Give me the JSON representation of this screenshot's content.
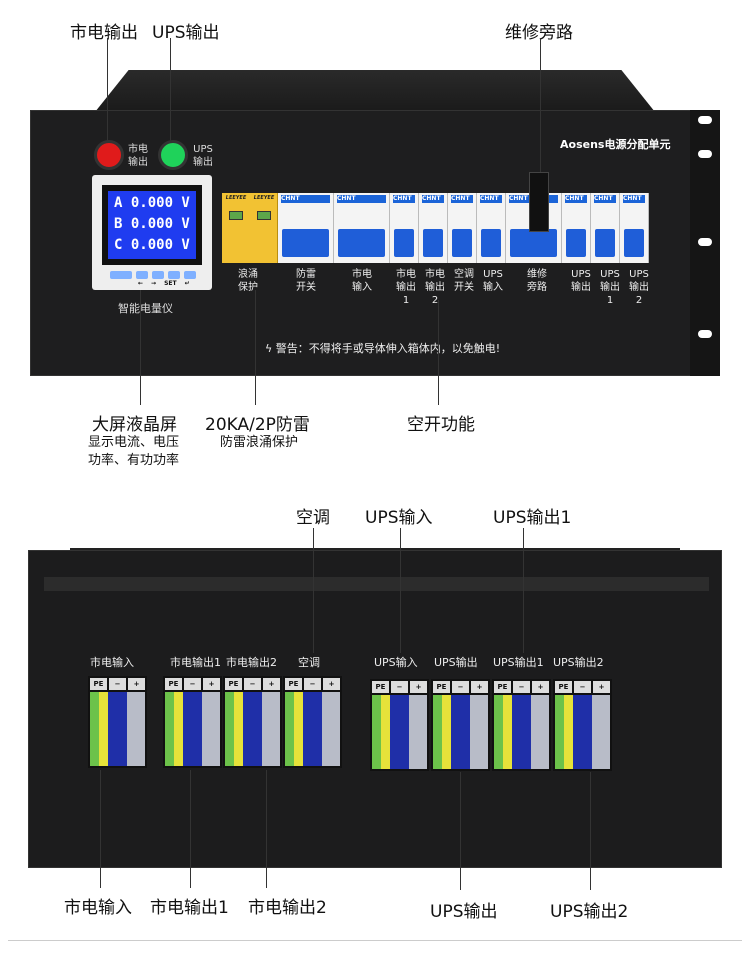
{
  "front": {
    "callouts_top": {
      "mains_out": "市电输出",
      "ups_out": "UPS输出",
      "bypass": "维修旁路"
    },
    "lamps": [
      {
        "label": "市电\n输出",
        "color": "#e01b1b"
      },
      {
        "label": "UPS\n输出",
        "color": "#1fd25a"
      }
    ],
    "title": "Aosens电源分配单元",
    "meter": {
      "rows": [
        "A 0.000 V",
        "B 0.000 V",
        "C 0.000 V"
      ],
      "keys": [
        "←",
        "→",
        "SET",
        "↵"
      ],
      "label": "智能电量仪"
    },
    "breakers": [
      {
        "label": "浪涌\n保护",
        "brand": "LEEYEE"
      },
      {
        "label": "防雷\n开关",
        "brand": "CHNT"
      },
      {
        "label": "市电\n输入",
        "brand": "CHNT"
      },
      {
        "label": "市电\n输出\n1",
        "brand": "CHNT"
      },
      {
        "label": "市电\n输出\n2",
        "brand": "CHNT"
      },
      {
        "label": "空调\n开关",
        "brand": "CHNT"
      },
      {
        "label": "UPS\n输入",
        "brand": "CHNT"
      },
      {
        "label": "维修\n旁路",
        "brand": "CHNT"
      },
      {
        "label": "UPS\n输出",
        "brand": "CHNT"
      },
      {
        "label": "UPS\n输出\n1",
        "brand": "CHNT"
      },
      {
        "label": "UPS\n输出\n2",
        "brand": "CHNT"
      }
    ],
    "warning": "警告：不得将手或导体伸入箱体内，以免触电!",
    "callouts_bottom": {
      "lcd": "大屏液晶屏",
      "lcd_sub": "显示电流、电压\n功率、有功功率",
      "spd": "20KA/2P防雷",
      "spd_sub": "防雷浪涌保护",
      "mcb": "空开功能"
    }
  },
  "rear": {
    "callouts_top": {
      "ac": "空调",
      "ups_in": "UPS输入",
      "ups_out1": "UPS输出1"
    },
    "terminals": [
      "市电输入",
      "市电输出1",
      "市电输出2",
      "空调",
      "UPS输入",
      "UPS输出",
      "UPS输出1",
      "UPS输出2"
    ],
    "terminal_poles": [
      "PE",
      "−",
      "+"
    ],
    "callouts_bottom": [
      "市电输入",
      "市电输出1",
      "市电输出2",
      "UPS输出",
      "UPS输出2"
    ]
  }
}
